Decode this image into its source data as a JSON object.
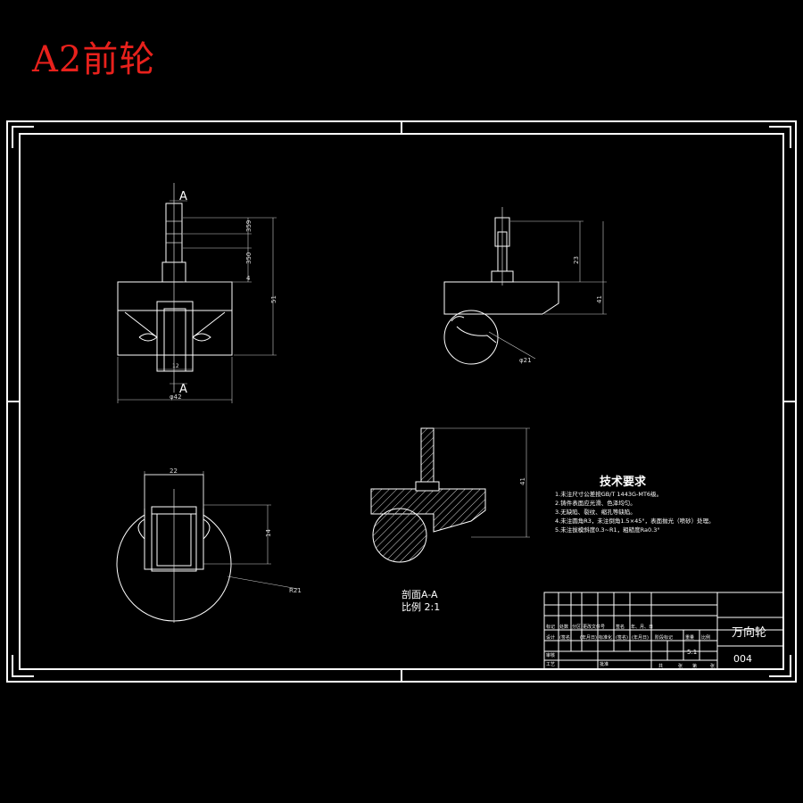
{
  "title": "A2前轮",
  "views": {
    "front": {
      "section_mark_top": "A",
      "section_mark_bottom": "A",
      "dims": [
        "359",
        "350",
        "4",
        "51",
        "φ42",
        "12"
      ]
    },
    "side": {
      "dims": [
        "23",
        "41",
        "φ21"
      ]
    },
    "bottom": {
      "dims": [
        "22",
        "14",
        "R21"
      ]
    },
    "section": {
      "dim": "41",
      "label": "剖面A-A",
      "scale": "比例 2:1"
    }
  },
  "tech": {
    "heading": "技术要求",
    "items": [
      "1.未注尺寸公差按GB/T 1443G-MT6级。",
      "2.铸件表面应光滑、色泽均匀。",
      "3.无缺陷、裂纹、缩孔等缺陷。",
      "4.未注圆角R3，未注倒角1.5×45°，表面抛光（喷砂）处理。",
      "5.未注拔模斜度0.3~R1，粗糙度Ra0.3°"
    ]
  },
  "title_block": {
    "name": "万向轮",
    "code": "004",
    "scale": "5:1",
    "left_labels": [
      "标记",
      "处数",
      "分区",
      "更改文件号",
      "签名",
      "年、月、日"
    ],
    "row2": [
      "设计",
      "(签名)",
      "(年月日)",
      "标准化",
      "(签名)",
      "(年月日)"
    ],
    "row3": [
      "审核"
    ],
    "row4": [
      "工艺",
      "批准"
    ],
    "mid_labels": [
      "阶段标记",
      "重量",
      "比例"
    ],
    "bottom_labels": [
      "共",
      "张",
      "第",
      "张"
    ]
  }
}
